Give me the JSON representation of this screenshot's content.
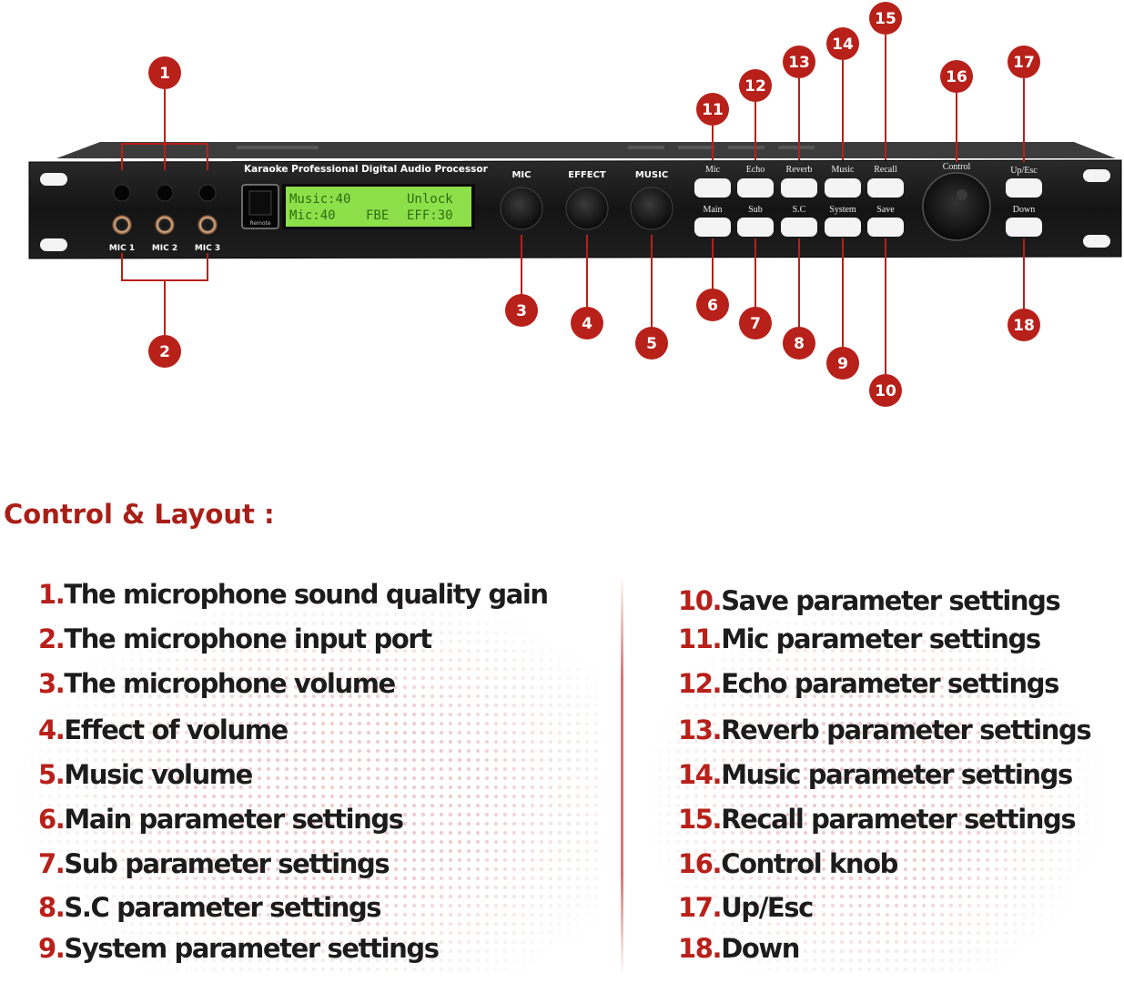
{
  "device": {
    "brand_label": "Karaoke Professional Digital Audio Processor",
    "remote_label": "Remote",
    "lcd_line1": [
      "Music:40",
      "Unlock"
    ],
    "lcd_line2": [
      "Mic:40",
      "FBE",
      "EFF:30"
    ],
    "mic_inputs": [
      "MIC 1",
      "MIC 2",
      "MIC 3"
    ],
    "knob_labels": [
      "MIC",
      "EFFECT",
      "MUSIC"
    ],
    "buttons_top": [
      "Mic",
      "Echo",
      "Reverb",
      "Music",
      "Recall"
    ],
    "buttons_bottom": [
      "Main",
      "Sub",
      "S.C",
      "System",
      "Save"
    ],
    "control_label": "Control",
    "up_label": "Up/Esc",
    "down_label": "Down"
  },
  "callouts": [
    "1",
    "2",
    "3",
    "4",
    "5",
    "6",
    "7",
    "8",
    "9",
    "10",
    "11",
    "12",
    "13",
    "14",
    "15",
    "16",
    "17",
    "18"
  ],
  "legend": {
    "title": "Control & Layout :",
    "left": [
      {
        "num": "1.",
        "text": "The microphone sound quality gain"
      },
      {
        "num": "2.",
        "text": "The microphone input port"
      },
      {
        "num": "3.",
        "text": "The microphone volume"
      },
      {
        "num": "4.",
        "text": "Effect of volume"
      },
      {
        "num": "5.",
        "text": "Music volume"
      },
      {
        "num": "6.",
        "text": "Main parameter settings"
      },
      {
        "num": "7.",
        "text": "Sub parameter settings"
      },
      {
        "num": "8.",
        "text": "S.C parameter settings"
      },
      {
        "num": "9.",
        "text": "System parameter settings"
      }
    ],
    "right": [
      {
        "num": "10.",
        "text": "Save parameter settings"
      },
      {
        "num": "11.",
        "text": "Mic parameter settings"
      },
      {
        "num": "12.",
        "text": "Echo parameter settings"
      },
      {
        "num": "13.",
        "text": "Reverb parameter settings"
      },
      {
        "num": "14.",
        "text": "Music parameter settings"
      },
      {
        "num": "15.",
        "text": "Recall parameter settings"
      },
      {
        "num": "16.",
        "text": "Control knob"
      },
      {
        "num": "17.",
        "text": "Up/Esc"
      },
      {
        "num": "18.",
        "text": "Down"
      }
    ]
  },
  "colors": {
    "accent_red": "#b8201a",
    "lcd_green": "#8ee04a",
    "panel_black": "#151515"
  }
}
